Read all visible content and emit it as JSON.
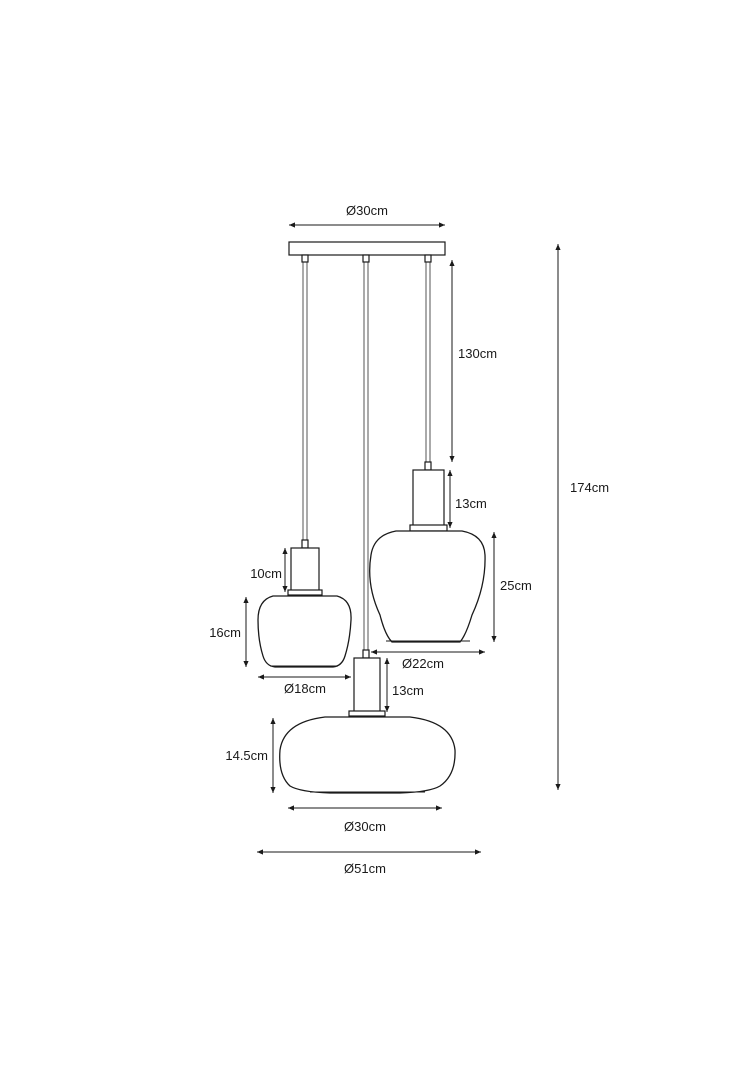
{
  "colors": {
    "line": "#1a1a1a",
    "background": "#ffffff"
  },
  "dimensions": {
    "canopy_diameter": "Ø30cm",
    "cable_length": "130cm",
    "total_height": "174cm",
    "right_holder_height": "13cm",
    "right_shade_height": "25cm",
    "right_shade_diameter": "Ø22cm",
    "left_holder_height": "10cm",
    "left_shade_height": "16cm",
    "left_shade_diameter": "Ø18cm",
    "center_holder_height": "13cm",
    "center_shade_height": "14.5cm",
    "center_shade_diameter": "Ø30cm",
    "overall_diameter": "Ø51cm"
  }
}
